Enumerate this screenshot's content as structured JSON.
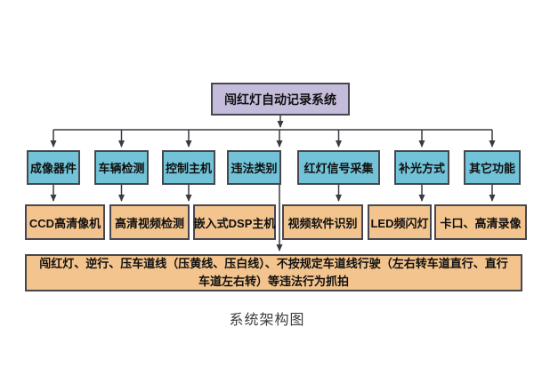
{
  "colors": {
    "root_fill": "#c5bcdc",
    "level2_fill": "#72c3d7",
    "level3_fill": "#f4c48e",
    "box_border": "#47474f",
    "connector_line": "#3a3a40",
    "background": "#ffffff"
  },
  "diagram": {
    "caption": "系统架构图",
    "root": {
      "label": "闯红灯自动记录系统"
    },
    "level2": [
      {
        "label": "成像器件"
      },
      {
        "label": "车辆检测"
      },
      {
        "label": "控制主机"
      },
      {
        "label": "违法类别"
      },
      {
        "label": "红灯信号采集"
      },
      {
        "label": "补光方式"
      },
      {
        "label": "其它功能"
      }
    ],
    "level3": [
      {
        "label": "CCD高清像机"
      },
      {
        "label": "高清视频检测"
      },
      {
        "label": "嵌入式DSP主机"
      },
      {
        "label": "视频软件识别"
      },
      {
        "label": "LED频闪灯"
      },
      {
        "label": "卡口、高清录像"
      }
    ],
    "bottom": {
      "line1": "闯红灯、逆行、压车道线（压黄线、压白线）、不按规定车道线行驶（左右转车道直行、直行",
      "line2": "车道左右转）等违法行为抓拍"
    }
  }
}
